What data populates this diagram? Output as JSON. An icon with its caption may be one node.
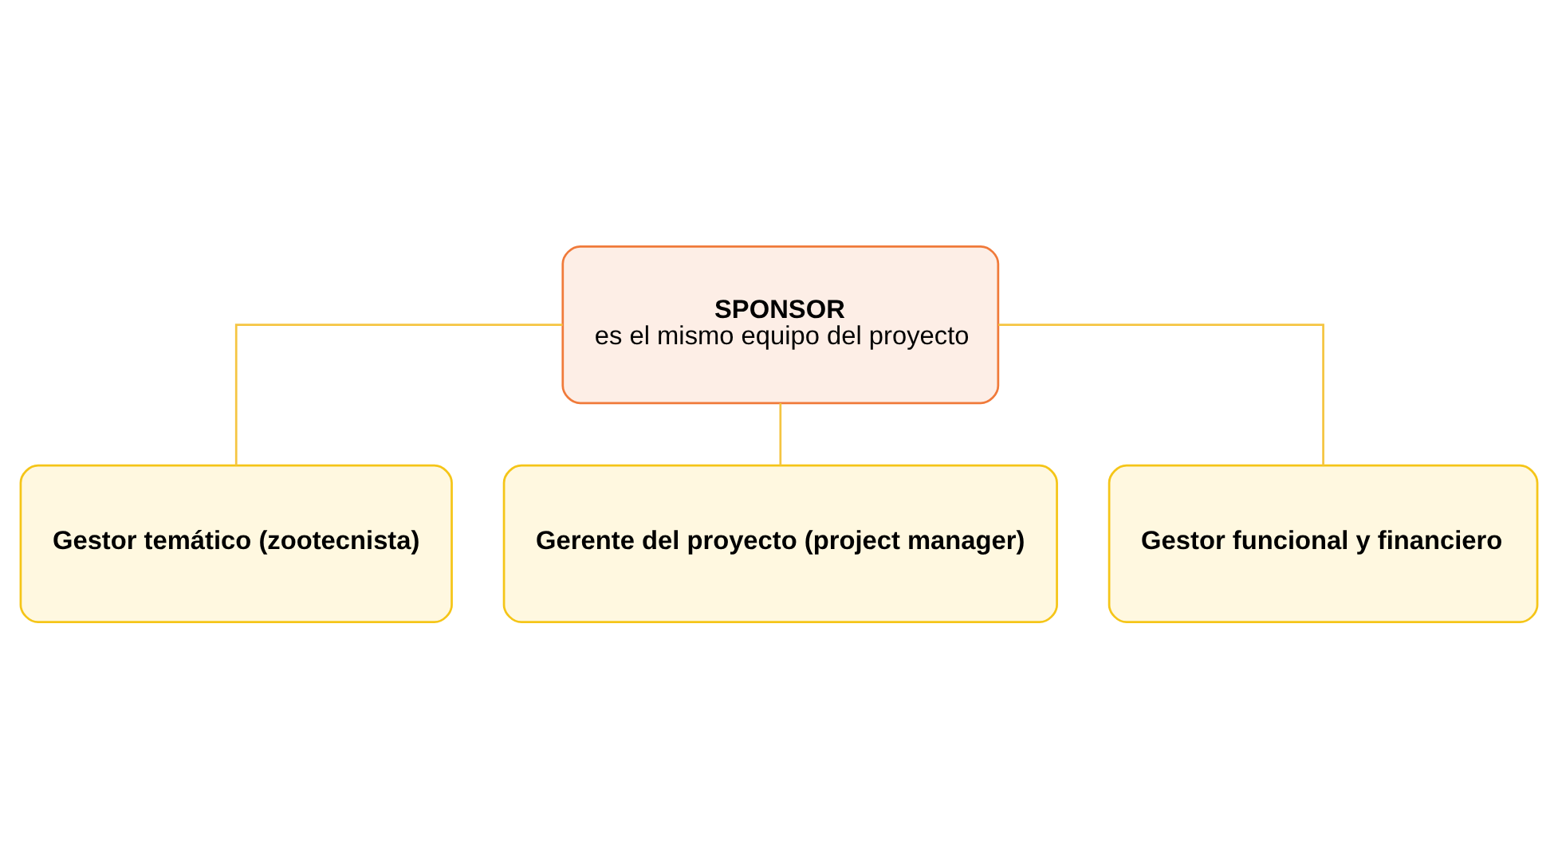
{
  "diagram": {
    "nodes": [
      {
        "text": [
          "SPONSOR",
          "es el mismo equipo del proyecto"
        ]
      },
      {
        "text": [
          "Gestor temático (zootecnista)"
        ]
      },
      {
        "text": [
          "Gerente del proyecto (project manager)"
        ]
      },
      {
        "text": [
          "Gestor funcional y financiero"
        ]
      }
    ],
    "edges": [
      {
        "from": 0,
        "to": 1,
        "arrow": "none"
      },
      {
        "from": 0,
        "to": 2,
        "arrow": "none"
      },
      {
        "from": 0,
        "to": 3,
        "arrow": "none"
      }
    ]
  }
}
